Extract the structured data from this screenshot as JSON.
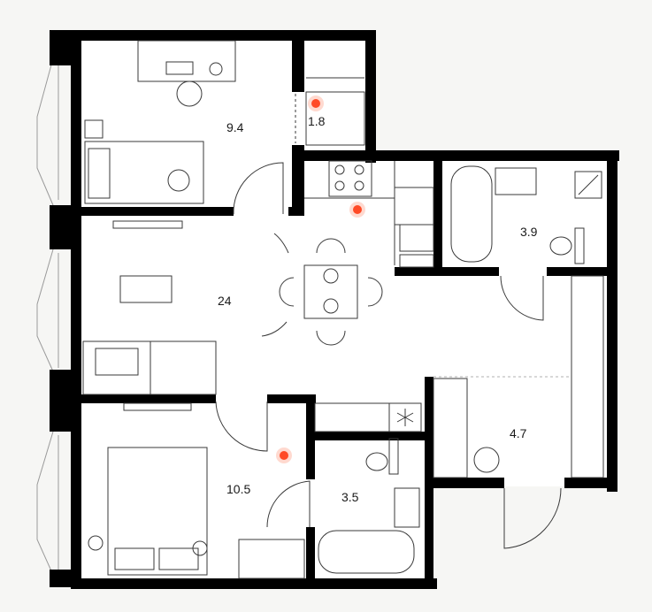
{
  "rooms": [
    {
      "id": "bedroom-small",
      "area_label": "9.4"
    },
    {
      "id": "storage-closet",
      "area_label": "1.8"
    },
    {
      "id": "living-kitchen",
      "area_label": "24"
    },
    {
      "id": "bathroom-main",
      "area_label": "3.9"
    },
    {
      "id": "hallway-entry",
      "area_label": "4.7"
    },
    {
      "id": "bedroom-master",
      "area_label": "10.5"
    },
    {
      "id": "bathroom-second",
      "area_label": "3.5"
    }
  ],
  "colors": {
    "background": "#f6f6f4",
    "floor": "#ffffff",
    "wall": "#000000",
    "furniture_line": "#3a3a3a",
    "marker": "#ff4a26",
    "marker_halo": "#ffd9cf"
  },
  "markers": [
    {
      "room": "storage-closet"
    },
    {
      "room": "living-kitchen"
    },
    {
      "room": "bedroom-master"
    }
  ]
}
